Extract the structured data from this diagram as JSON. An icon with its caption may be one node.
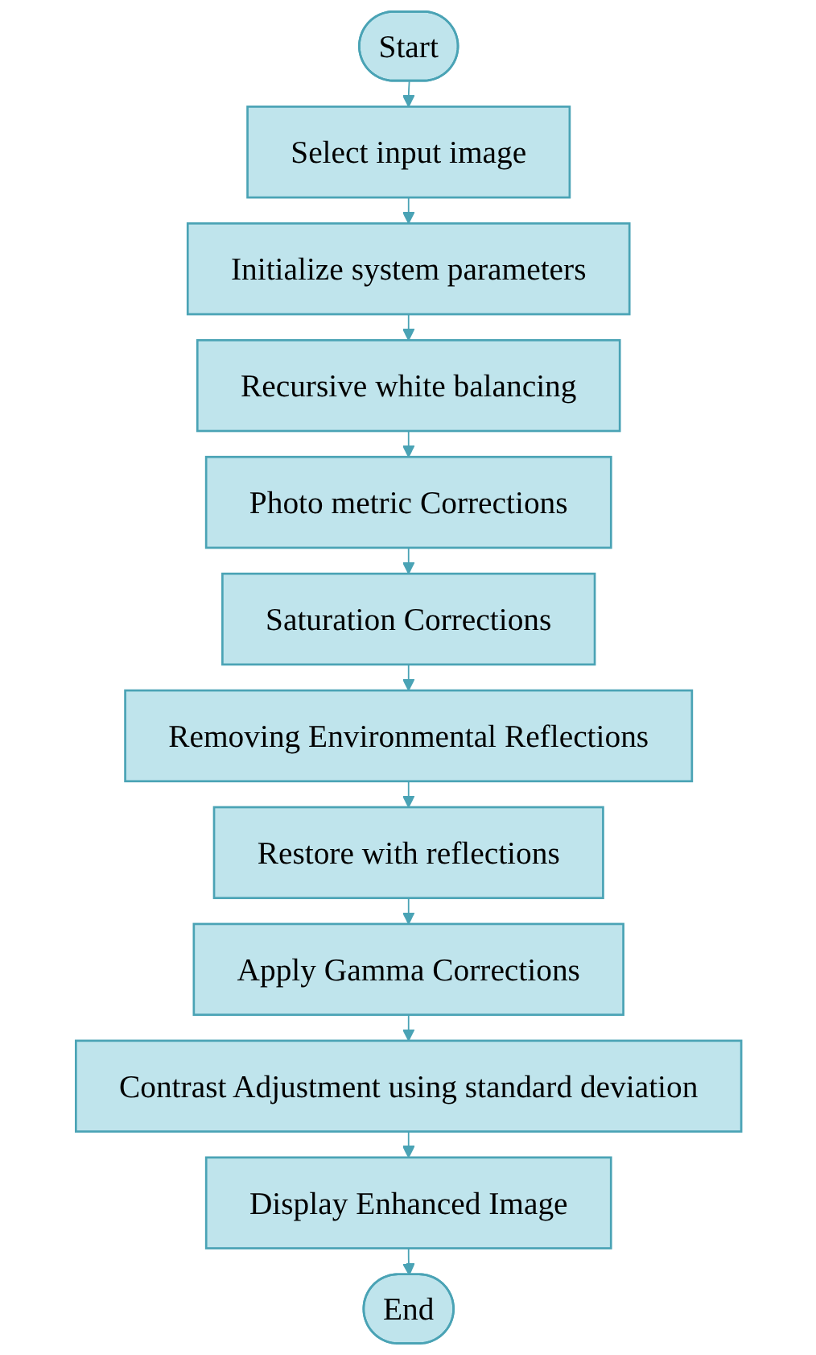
{
  "diagram": {
    "nodes": [
      {
        "text": [
          "Start"
        ]
      },
      {
        "text": [
          "Select input image"
        ]
      },
      {
        "text": [
          "Initialize system parameters"
        ]
      },
      {
        "text": [
          "Recursive white balancing"
        ]
      },
      {
        "text": [
          "Photo metric Corrections"
        ]
      },
      {
        "text": [
          "Saturation Corrections"
        ]
      },
      {
        "text": [
          "Removing Environmental Reflections"
        ]
      },
      {
        "text": [
          "Restore with reflections"
        ]
      },
      {
        "text": [
          "Apply Gamma Corrections"
        ]
      },
      {
        "text": [
          "Contrast Adjustment using standard deviation"
        ]
      },
      {
        "text": [
          "Display Enhanced Image"
        ]
      },
      {
        "text": [
          "End"
        ]
      }
    ],
    "edges": [
      {
        "from": 0,
        "to": 1,
        "arrow": "to"
      },
      {
        "from": 1,
        "to": 2,
        "arrow": "to"
      },
      {
        "from": 2,
        "to": 3,
        "arrow": "to"
      },
      {
        "from": 3,
        "to": 4,
        "arrow": "to"
      },
      {
        "from": 4,
        "to": 5,
        "arrow": "to"
      },
      {
        "from": 5,
        "to": 6,
        "arrow": "to"
      },
      {
        "from": 6,
        "to": 7,
        "arrow": "to"
      },
      {
        "from": 7,
        "to": 8,
        "arrow": "to"
      },
      {
        "from": 8,
        "to": 9,
        "arrow": "to"
      },
      {
        "from": 9,
        "to": 10,
        "arrow": "to"
      },
      {
        "from": 10,
        "to": 11,
        "arrow": "to"
      }
    ]
  }
}
